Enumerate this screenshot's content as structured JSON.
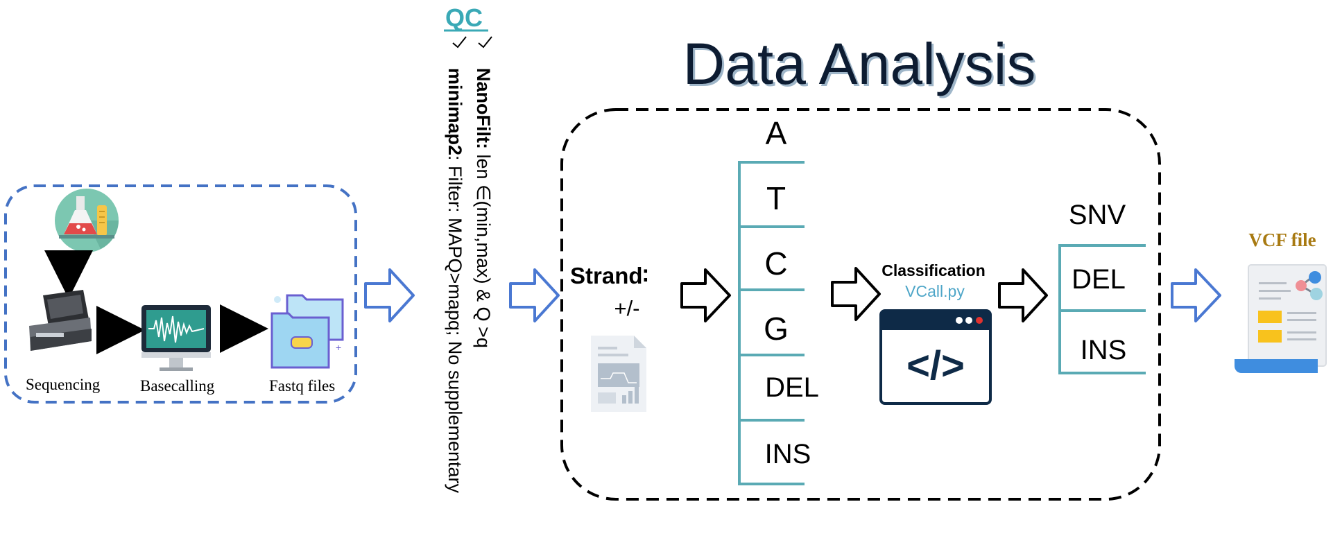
{
  "colors": {
    "blue_dash": "#4472c4",
    "arrow_blue": "#4a78d2",
    "teal": "#5aaab4",
    "qc_teal": "#3aa9b6",
    "dark_navy": "#0e2a47",
    "title_color": "#0d1f33",
    "title_shadow": "#9fb6c9",
    "vcall_blue": "#4ea6c8",
    "vcf_gold": "#a87a12",
    "flask_bg": "#7cc7b1",
    "flask_red": "#e24a4a",
    "monitor_screen": "#2f9c8f",
    "folder_blue": "#9ed6f2",
    "folder_purple": "#6a5fd0",
    "yellow": "#f8c21d",
    "scroll_blue": "#3f8ddf"
  },
  "pipeline": {
    "sequencing_label": "Sequencing",
    "basecalling_label": "Basecalling",
    "fastq_label": "Fastq files"
  },
  "qc": {
    "title": "QC",
    "line1_bold": "NanoFilt:",
    "line1_rest": " len ∈(min,max) & Q >q",
    "line2_bold": "minimap2",
    "line2_rest": ": Filter: MAPQ>mapq; No supplementary"
  },
  "analysis": {
    "title": "Data Analysis",
    "strand_label": "Strand∶",
    "strand_value": "+/-",
    "bases": [
      "A",
      "T",
      "C",
      "G",
      "DEL",
      "INS"
    ],
    "classification_label": "Classification",
    "script_name": "VCall.py",
    "code_icon_text": "</>",
    "variants": [
      "SNV",
      "DEL",
      "INS"
    ]
  },
  "output": {
    "vcf_label": "VCF file"
  }
}
